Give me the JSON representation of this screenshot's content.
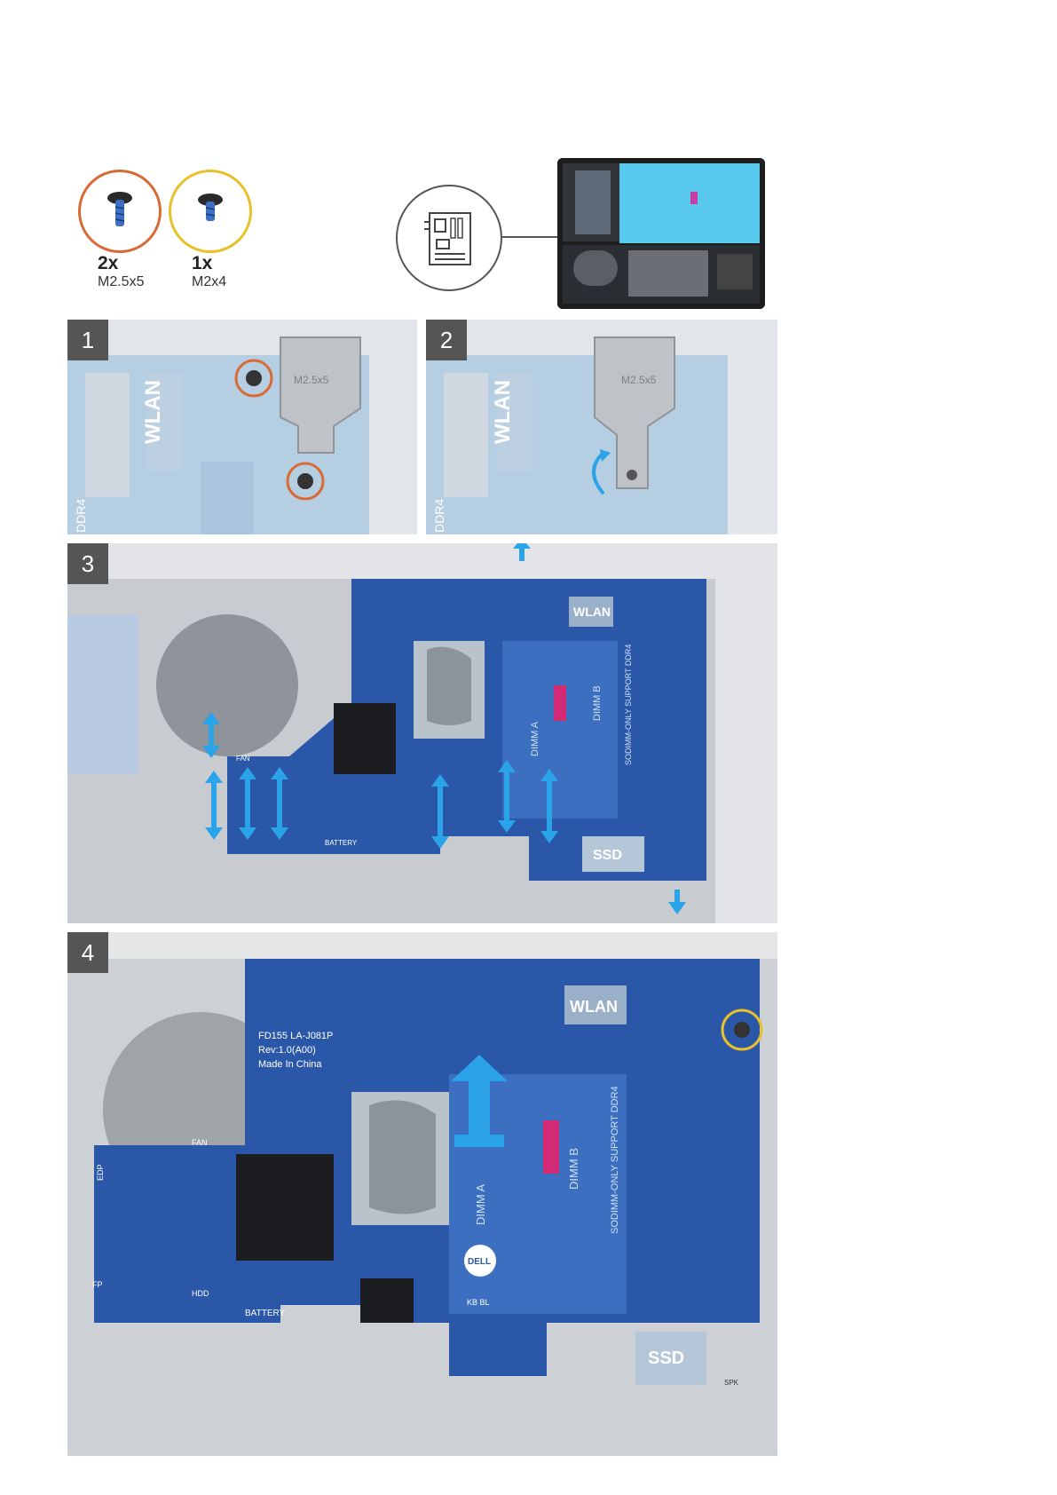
{
  "screws": [
    {
      "quantity": "2x",
      "size": "M2.5x5",
      "ring_color": "#d86a35"
    },
    {
      "quantity": "1x",
      "size": "M2x4",
      "ring_color": "#e7c12a"
    }
  ],
  "locator_icon": "motherboard-icon",
  "steps": [
    {
      "number": "1",
      "labels": [
        "WLAN",
        "M2.5x5",
        "DDR4"
      ]
    },
    {
      "number": "2",
      "labels": [
        "WLAN",
        "M2.5x5",
        "DDR4"
      ]
    },
    {
      "number": "3",
      "labels": [
        "WLAN",
        "FAN",
        "BATTERY",
        "SSD",
        "DIMM A",
        "DIMM B",
        "SODIMM-ONLY SUPPORT DDR4"
      ]
    },
    {
      "number": "4",
      "labels": [
        "WLAN",
        "FAN",
        "BATTERY",
        "SSD",
        "EDP",
        "FP",
        "HDD",
        "KB BL",
        "SPK",
        "DIMM A",
        "DIMM B",
        "SODIMM-ONLY SUPPORT DDR4",
        "FD155 LA-J081P",
        "Rev:1.0(A00)",
        "Made In China",
        "DELL"
      ]
    }
  ],
  "colors": {
    "board_blue": "#2b57a8",
    "board_light": "#9cc7e6",
    "arrow_blue": "#2aa3e8",
    "badge_gray": "#555555",
    "screw_orange": "#d86a35",
    "screw_yellow": "#e7c12a",
    "thermal_gray": "#b9c3cc"
  }
}
